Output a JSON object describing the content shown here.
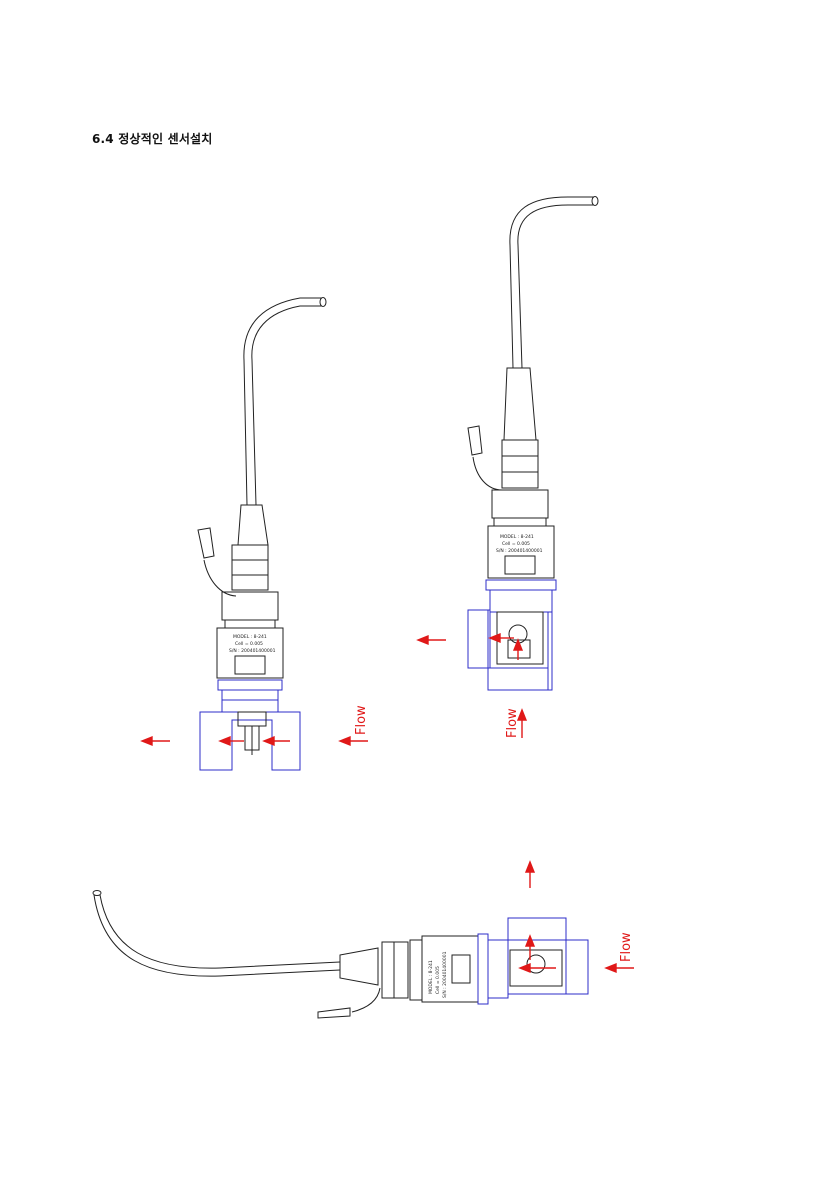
{
  "section_heading": "6.4  정상적인 센서설치",
  "flow_label": "Flow",
  "sensor_label": {
    "model": "MODEL : 8-241",
    "cell": "Cell = 0.005",
    "serial": "S/N : 200401400001"
  },
  "colors": {
    "outline": "#222222",
    "tee_fitting": "#2c2cc8",
    "flow_arrow": "#e01818"
  }
}
